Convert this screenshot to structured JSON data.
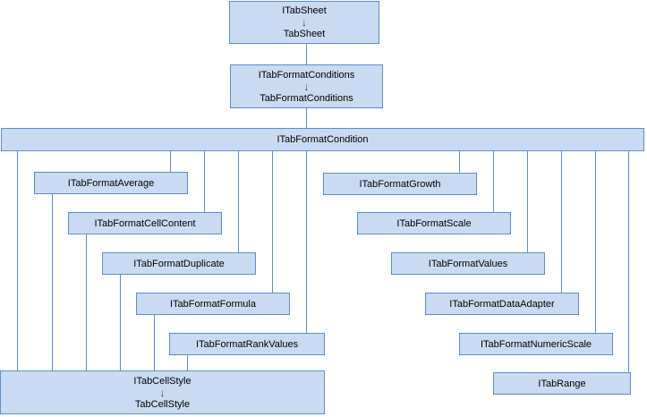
{
  "colors": {
    "box_fill": "#c9dbf2",
    "box_border": "#5b8dc8",
    "connector": "#5b8dc8",
    "text": "#000000",
    "arrow": "#3f3f3f"
  },
  "diagram": {
    "sheet": {
      "interface_label": "ITabSheet",
      "arrow": "↓",
      "class_label": "TabSheet"
    },
    "format_conditions": {
      "interface_label": "ITabFormatConditions",
      "arrow": "↓",
      "class_label": "TabFormatConditions"
    },
    "format_condition": {
      "label": "ITabFormatCondition"
    },
    "left_children": [
      {
        "label": "ITabFormatAverage"
      },
      {
        "label": "ITabFormatCellContent"
      },
      {
        "label": "ITabFormatDuplicate"
      },
      {
        "label": "ITabFormatFormula"
      },
      {
        "label": "ITabFormatRankValues"
      }
    ],
    "right_children": [
      {
        "label": "ITabFormatGrowth"
      },
      {
        "label": "ITabFormatScale"
      },
      {
        "label": "ITabFormatValues"
      },
      {
        "label": "ITabFormatDataAdapter"
      },
      {
        "label": "ITabFormatNumericScale"
      },
      {
        "label": "ITabRange"
      }
    ],
    "cell_style": {
      "interface_label": "ITabCellStyle",
      "arrow": "↓",
      "class_label": "TabCellStyle"
    }
  }
}
